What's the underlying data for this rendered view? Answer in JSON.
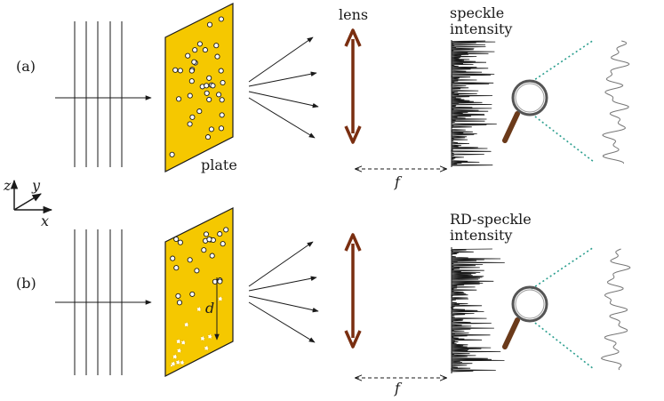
{
  "labels": {
    "panel_a": "(a)",
    "panel_b": "(b)",
    "lens": "lens",
    "plate": "plate",
    "speckle_line1": "speckle",
    "speckle_line2": "intensity",
    "rd_line1": "RD-speckle",
    "rd_line2": "intensity",
    "focal": "f",
    "distance": "d",
    "axis_x": "x",
    "axis_y": "y",
    "axis_z": "z"
  },
  "colors": {
    "plate": "#f5c800",
    "lens": "#7a2e10",
    "dotted": "#2b9e8e",
    "ink": "#1a1a1a",
    "glass_handle": "#6b3a1a"
  },
  "icons": {
    "magnifier": "magnifier-icon"
  }
}
